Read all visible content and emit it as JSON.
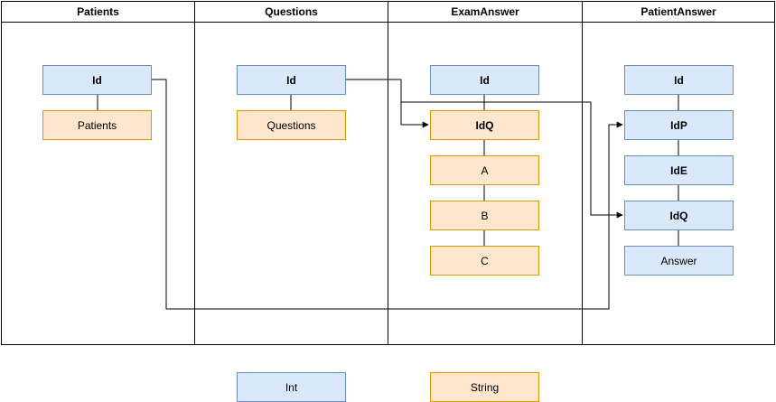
{
  "lanes": [
    {
      "title": "Patients"
    },
    {
      "title": "Questions"
    },
    {
      "title": "ExamAnswer"
    },
    {
      "title": "PatientAnswer"
    }
  ],
  "boxes": {
    "patients_id": "Id",
    "patients_name": "Patients",
    "questions_id": "Id",
    "questions_name": "Questions",
    "exam_id": "Id",
    "exam_idq": "IdQ",
    "exam_a": "A",
    "exam_b": "B",
    "exam_c": "C",
    "pa_id": "Id",
    "pa_idp": "IdP",
    "pa_ide": "IdE",
    "pa_idq": "IdQ",
    "pa_answer": "Answer"
  },
  "legend": {
    "int_label": "Int",
    "string_label": "String"
  },
  "colors": {
    "int_fill": "#dae8fc",
    "int_stroke": "#6c8ebf",
    "string_fill": "#ffe6cc",
    "string_stroke": "#d79b00",
    "line": "#000000"
  }
}
